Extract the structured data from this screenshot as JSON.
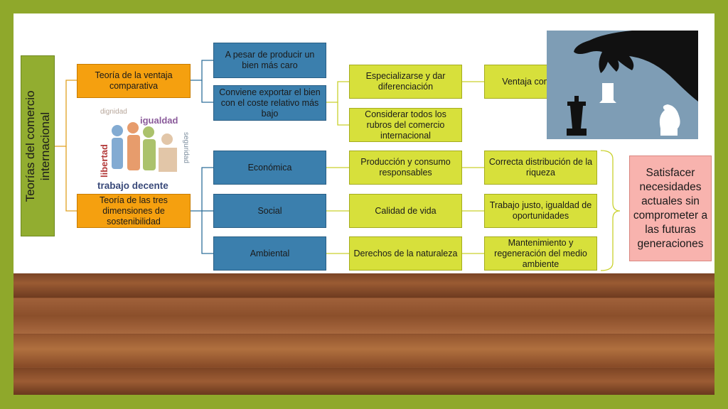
{
  "title": "Teorías del comercio internacional",
  "theory1": "Teoría de la ventaja comparativa",
  "theory2": "Teoría de las tres dimensiones de sostenibilidad",
  "b_pesar": "A pesar de producir un bien más caro",
  "b_conviene": "Conviene exportar el bien con el coste relativo más bajo",
  "b_economica": "Económica",
  "b_social": "Social",
  "b_ambiental": "Ambiental",
  "g_especializarse": "Especializarse y dar diferenciación",
  "g_considerar": "Considerar todos los rubros del comercio internacional",
  "g_produccion": "Producción y consumo responsables",
  "g_calidad": "Calidad de vida",
  "g_derechos": "Derechos de la naturaleza",
  "g_ventaja": "Ventaja competitiva",
  "g_distribucion": "Correcta distribución de la riqueza",
  "g_trabajo": "Trabajo justo, igualdad de oportunidades",
  "g_mantenimiento": "Mantenimiento y regeneración del medio ambiente",
  "conclusion": "Satisfacer necesidades actuales sin comprometer a las futuras generaciones",
  "image_words": {
    "dignidad": "dignidad",
    "igualdad": "igualdad",
    "libertad": "libertad",
    "seguridad": "seguridad",
    "trabajo": "trabajo decente"
  },
  "colors": {
    "frame": "#8fa82b",
    "orange": "#f5a00f",
    "blue": "#3b7fad",
    "green": "#d7e03b",
    "pink": "#f8b3ae",
    "title_box": "#92ad30"
  },
  "icons": [
    "chess-hand-icon",
    "chess-knight-icon",
    "chess-king-icon",
    "people-illustration-icon"
  ]
}
